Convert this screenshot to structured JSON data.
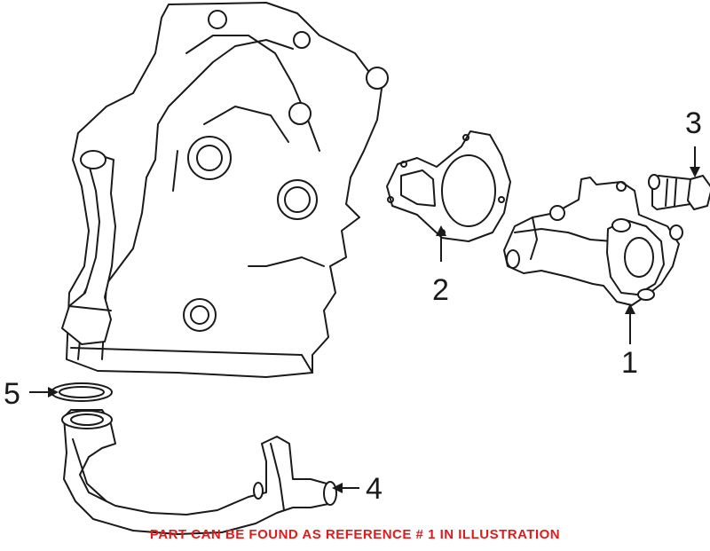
{
  "callouts": {
    "c1": "1",
    "c2": "2",
    "c3": "3",
    "c4": "4",
    "c5": "5"
  },
  "note": "PART CAN BE FOUND AS REFERENCE # 1 IN ILLUSTRATION",
  "colors": {
    "line": "#1a1a1a",
    "note": "#e01b1b",
    "background": "#ffffff"
  }
}
